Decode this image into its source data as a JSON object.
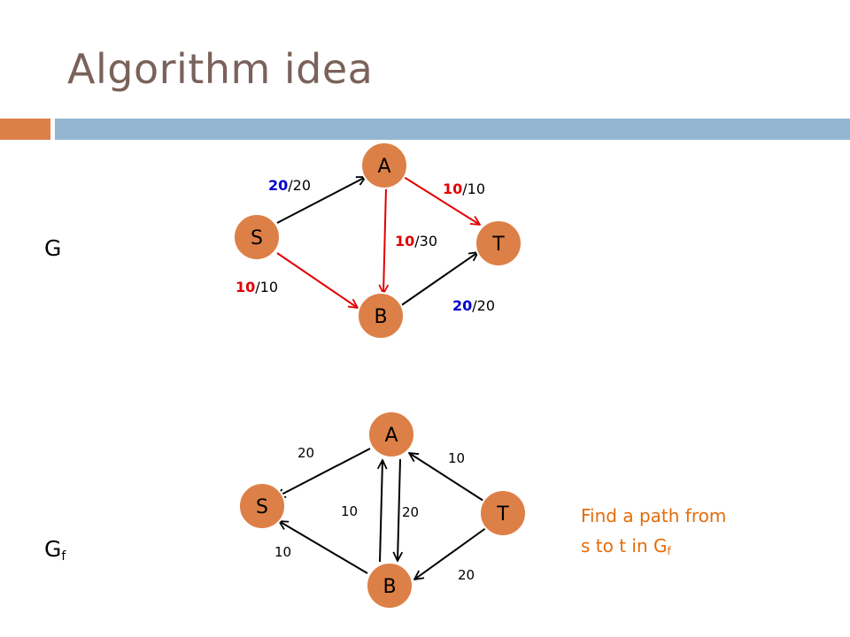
{
  "slide": {
    "title": "Algorithm idea"
  },
  "colors": {
    "title": "#7a625a",
    "accent_orange": "#dd8047",
    "accent_blue": "#94b6d2",
    "node_fill": "#dd8047",
    "edge_black": "#000000",
    "edge_red": "#e30000",
    "flow_red": "#e30000",
    "flow_blue": "#0000cc",
    "note_text": "#e46c0a"
  },
  "graph_g": {
    "label": "G",
    "nodes": [
      {
        "id": "S",
        "label": "S"
      },
      {
        "id": "A",
        "label": "A"
      },
      {
        "id": "T",
        "label": "T"
      },
      {
        "id": "B",
        "label": "B"
      }
    ],
    "edges": [
      {
        "from": "S",
        "to": "A",
        "flow": "20",
        "capacity": "/20",
        "flow_color": "blue",
        "edge_color": "black"
      },
      {
        "from": "A",
        "to": "T",
        "flow": "10",
        "capacity": "/10",
        "flow_color": "red",
        "edge_color": "red"
      },
      {
        "from": "A",
        "to": "B",
        "flow": "10",
        "capacity": "/30",
        "flow_color": "red",
        "edge_color": "red"
      },
      {
        "from": "S",
        "to": "B",
        "flow": "10",
        "capacity": "/10",
        "flow_color": "red",
        "edge_color": "red"
      },
      {
        "from": "B",
        "to": "T",
        "flow": "20",
        "capacity": "/20",
        "flow_color": "blue",
        "edge_color": "black"
      }
    ]
  },
  "graph_gf": {
    "label_main": "G",
    "label_sub": "f",
    "nodes": [
      {
        "id": "S",
        "label": "S"
      },
      {
        "id": "A",
        "label": "A"
      },
      {
        "id": "T",
        "label": "T"
      },
      {
        "id": "B",
        "label": "B"
      }
    ],
    "edges": [
      {
        "from": "A",
        "to": "S",
        "capacity": "20"
      },
      {
        "from": "T",
        "to": "A",
        "capacity": "10"
      },
      {
        "from": "B",
        "to": "A",
        "capacity": "10"
      },
      {
        "from": "A",
        "to": "B",
        "capacity": "20"
      },
      {
        "from": "B",
        "to": "S",
        "capacity": "10"
      },
      {
        "from": "T",
        "to": "B",
        "capacity": "20"
      }
    ]
  },
  "note": {
    "line1": "Find a path from",
    "line2_prefix": "s to t in G",
    "line2_sub": "f"
  }
}
